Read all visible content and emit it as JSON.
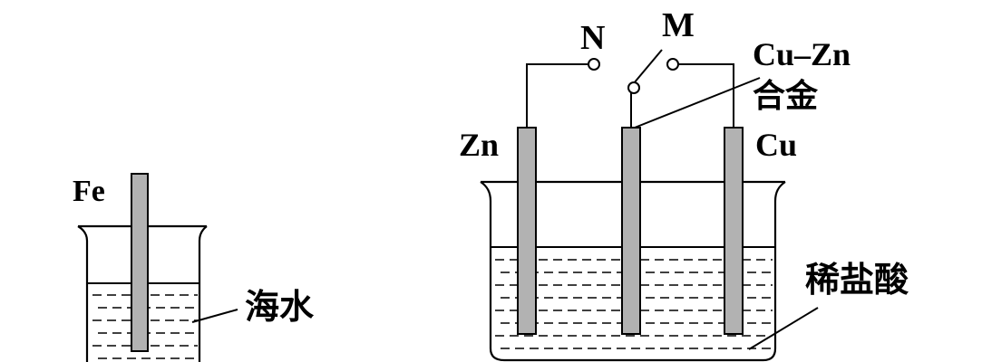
{
  "left_apparatus": {
    "electrode_label": "Fe",
    "solution_label": "海水"
  },
  "right_apparatus": {
    "terminal_n_label": "N",
    "switch_m_label": "M",
    "alloy_label_line1": "Cu–Zn",
    "alloy_label_line2": "合金",
    "left_electrode_label": "Zn",
    "right_electrode_label": "Cu",
    "solution_label": "稀盐酸"
  },
  "colors": {
    "ink": "#000000",
    "electrode_fill": "#b2b2b2",
    "background": "#ffffff"
  }
}
